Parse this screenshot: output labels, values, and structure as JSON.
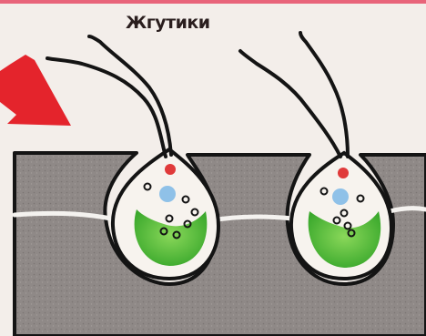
{
  "caption": "Жгутики",
  "colors": {
    "background": "#f3eeea",
    "top_border": "#e8647a",
    "arrow": "#e4242c",
    "surface": "#8f8987",
    "surface_dark": "#6f6a68",
    "outline": "#141414",
    "vacuole_wall": "#f7f3ee",
    "chloroplast": "#4fb83a",
    "eyespot": "#e03a3a",
    "nucleus": "#8fc1e8"
  },
  "icons": [
    "red-arrow",
    "flagellum",
    "cell"
  ]
}
